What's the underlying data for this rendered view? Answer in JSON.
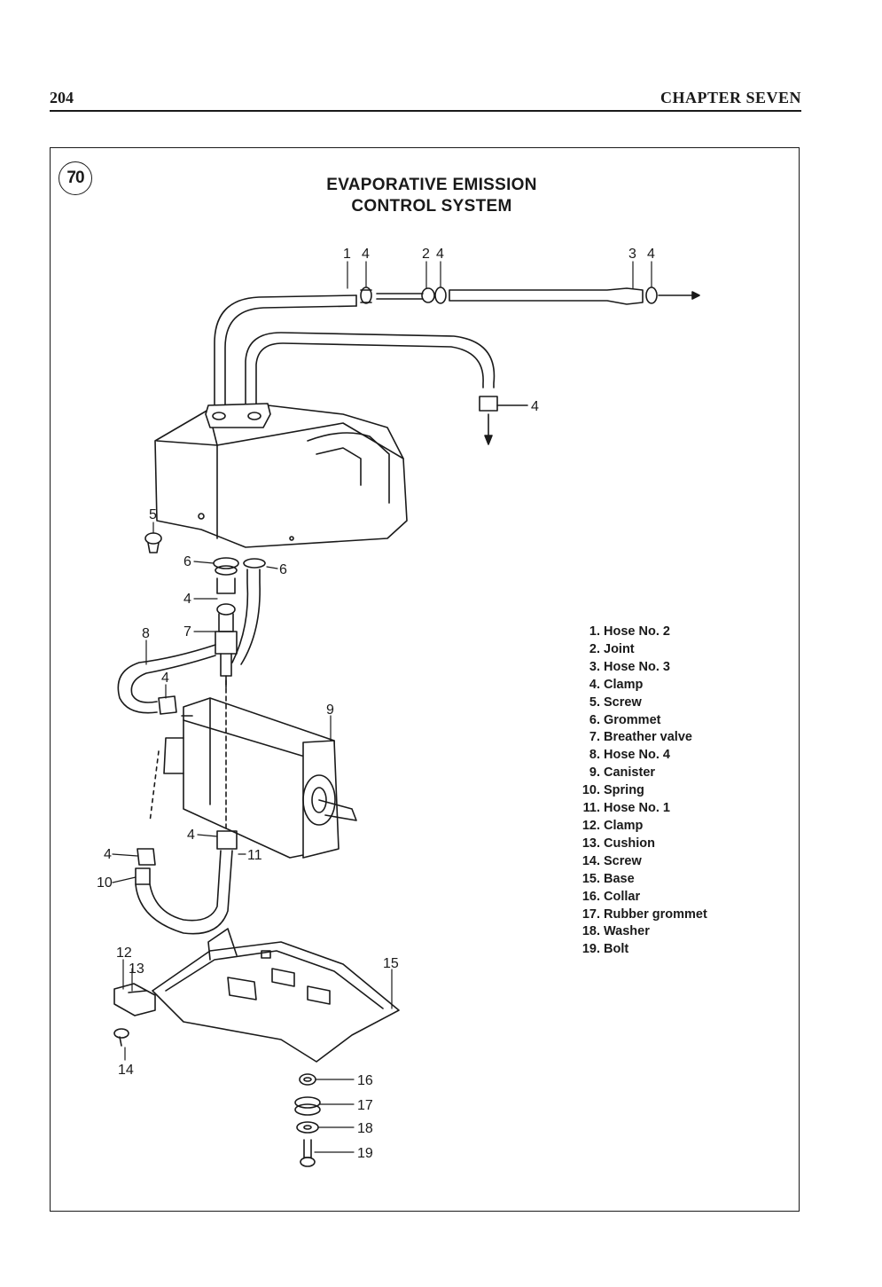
{
  "page_header": {
    "page_number": "204",
    "chapter": "CHAPTER SEVEN"
  },
  "figure": {
    "number": "70",
    "title_line1": "EVAPORATIVE EMISSION",
    "title_line2": "CONTROL SYSTEM",
    "callouts": [
      "1",
      "4",
      "2",
      "4",
      "3",
      "4",
      "4",
      "5",
      "6",
      "6",
      "4",
      "7",
      "8",
      "4",
      "9",
      "4",
      "4",
      "11",
      "10",
      "12",
      "13",
      "14",
      "15",
      "16",
      "17",
      "18",
      "19"
    ],
    "legend": [
      {
        "num": "1.",
        "label": "Hose No. 2"
      },
      {
        "num": "2.",
        "label": "Joint"
      },
      {
        "num": "3.",
        "label": "Hose No. 3"
      },
      {
        "num": "4.",
        "label": "Clamp"
      },
      {
        "num": "5.",
        "label": "Screw"
      },
      {
        "num": "6.",
        "label": "Grommet"
      },
      {
        "num": "7.",
        "label": "Breather valve"
      },
      {
        "num": "8.",
        "label": "Hose No. 4"
      },
      {
        "num": "9.",
        "label": "Canister"
      },
      {
        "num": "10.",
        "label": "Spring"
      },
      {
        "num": "11.",
        "label": "Hose No. 1"
      },
      {
        "num": "12.",
        "label": "Clamp"
      },
      {
        "num": "13.",
        "label": "Cushion"
      },
      {
        "num": "14.",
        "label": "Screw"
      },
      {
        "num": "15.",
        "label": "Base"
      },
      {
        "num": "16.",
        "label": "Collar"
      },
      {
        "num": "17.",
        "label": "Rubber grommet"
      },
      {
        "num": "18.",
        "label": "Washer"
      },
      {
        "num": "19.",
        "label": "Bolt"
      }
    ]
  }
}
